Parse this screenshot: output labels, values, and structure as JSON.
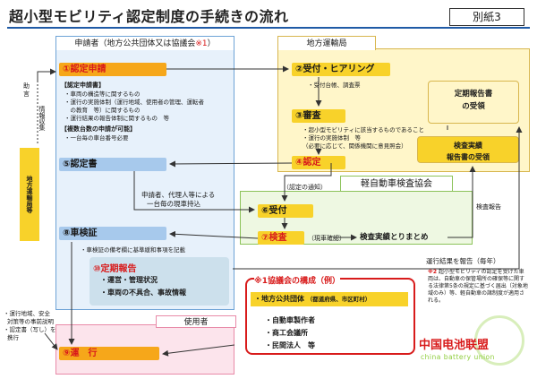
{
  "title": "超小型モビリティ認定制度の手続きの流れ",
  "annex_label": "別紙3",
  "applicant": {
    "header_main": "申請者（地方公共団体又は協議会",
    "header_mark": "※1",
    "header_end": "）",
    "step1": "①認定申請",
    "contents_title": "【認定申請書】",
    "contents": [
      "・車両の構造等に関するもの",
      "・運行の実施体制（運行地域、使用者の管理、運転者",
      "　の教育　等）に関するもの",
      "・運行結果の報告体制に関するもの　等"
    ],
    "multi_title": "【複数台数の申請が可能】",
    "multi_note": "・一台毎の車台番号必要",
    "step5": "⑤認定書",
    "step8": "⑧車検証",
    "step8_note": "・車検証の備考欄に基準緩和事項を記載",
    "step10": "⑩定期報告",
    "step10_items": [
      "・運営・管理状況",
      "・車両の不具合、事故情報"
    ]
  },
  "bureau": {
    "header": "地方運輸局",
    "step2": "②受付・ヒアリング",
    "step2_note": "・受付台帳、調査票",
    "step3": "③審査",
    "step3_notes": [
      "・超小型モビリティに該当するものであること",
      "・運行の実施体制　等",
      "（必要に応じて、関係機関に意見照会）"
    ],
    "step4": "④認定",
    "teiki_box": [
      "定期報告書",
      "の受領"
    ],
    "kensa_box": [
      "検査実績",
      "報告書の受領"
    ]
  },
  "kei": {
    "header": "軽自動車検査協会",
    "step6": "⑥受付",
    "step7": "⑦検査",
    "step7_note": "（現車確認）",
    "summary": "検査実績とりまとめ"
  },
  "left_side": {
    "advice": "助\n言",
    "info": "情報収集",
    "bureau_label": "地方運輸局等"
  },
  "labels": {
    "notice": "（認定の通知）",
    "applicant_note": [
      "申請者、代理人等による",
      "一台毎の現車持込"
    ],
    "inspection_report": "検査報告",
    "run_report": "運行結果を報告（毎年）",
    "bottom_left_notes": [
      "・運行地域、安全",
      "対策等の事前説明",
      "・認定書（写し）を",
      "携行"
    ]
  },
  "user": {
    "header": "使用者",
    "step9": "⑨運　行"
  },
  "council": {
    "title": "※1協議会の構成（例）",
    "local_gov": "・地方公共団体",
    "local_gov_note": "（都道府県、市区町村）",
    "members": [
      "・自動車製作者",
      "・商工会議所",
      "・民間法人　等"
    ]
  },
  "footnote": {
    "mark": "※2",
    "text": "超小型モビリティの認定を受けた車両は、自動車の保管場所の確保等に関する法律第5条の規定に基づく届出（対象地域のみ）等、軽自動車の諸制度が適用される。"
  },
  "watermark": {
    "cn": "中国电池联盟",
    "en": "china battery union"
  },
  "colors": {
    "accent_blue": "#1f5aa6",
    "step_orange": "#f6a71a",
    "step_yellow": "#f8d22a",
    "alert_red": "#d81b1b",
    "applicant_bg": "#e7f1fb",
    "bureau_bg": "#fff6c9",
    "kei_bg": "#eef8e2"
  }
}
